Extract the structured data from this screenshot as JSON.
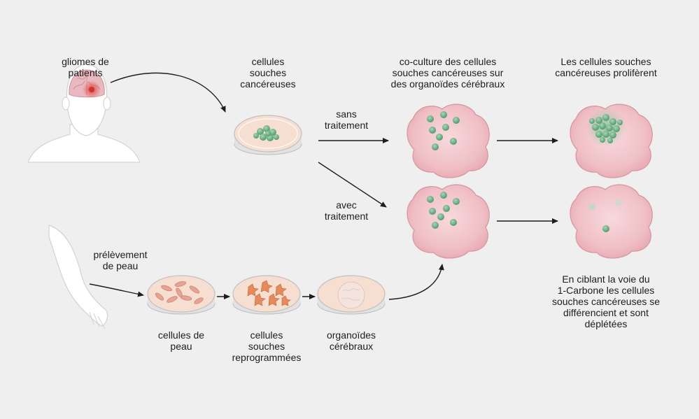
{
  "labels": {
    "patient_gliomas": "gliomes de\npatients",
    "cancer_stem_cells": "cellules\nsouches\ncancéreuses",
    "coculture": "co-culture des cellules\nsouches cancéreuses sur\ndes organoïdes cérébraux",
    "proliferate": "Les cellules souches\ncancéreuses prolifèrent",
    "no_treatment": "sans\ntraitement",
    "with_treatment": "avec\ntraitement",
    "skin_biopsy": "prélèvement\nde peau",
    "skin_cells": "cellules de\npeau",
    "reprogrammed_stem_cells": "cellules\nsouches\nreprogrammées",
    "brain_organoids": "organoïdes\ncérébraux",
    "targeting_note": "En ciblant la voie du\n1-Carbone les cellules\nsouches cancéreuses se\ndifférencient et sont\ndéplétées"
  },
  "colors": {
    "background": "#efefef",
    "organoid": "#f2c6cb",
    "cancer_cell": "#6fb58a",
    "dish_medium": "#f6dfd0",
    "skin_cell": "#e09a8a",
    "reprogrammed_cell": "#e0875a",
    "tumor_highlight": "#e0453c"
  }
}
